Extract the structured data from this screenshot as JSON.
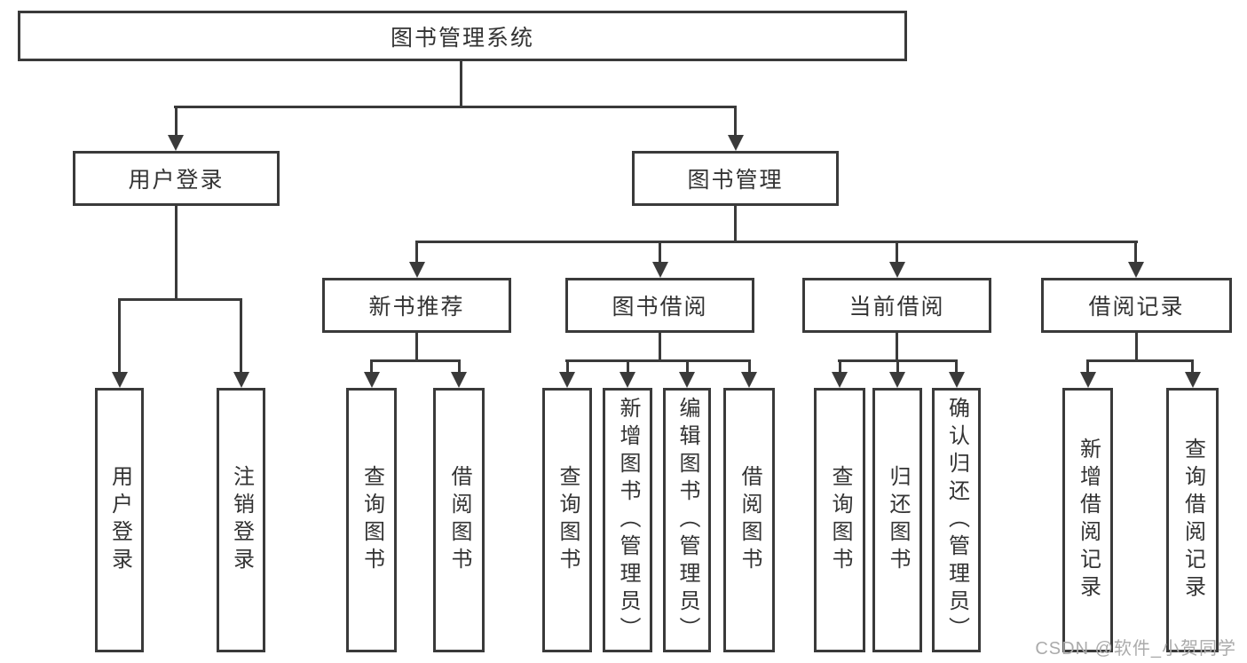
{
  "diagram": {
    "root": {
      "label": "图书管理系统"
    },
    "branches": {
      "user_login": {
        "label": "用户登录",
        "children": [
          {
            "label": "用户登录"
          },
          {
            "label": "注销登录"
          }
        ]
      },
      "book_mgmt": {
        "label": "图书管理",
        "sections": [
          {
            "label": "新书推荐",
            "children": [
              {
                "label": "查询图书"
              },
              {
                "label": "借阅图书"
              }
            ]
          },
          {
            "label": "图书借阅",
            "children": [
              {
                "label": "查询图书"
              },
              {
                "label": "新增图书（管理员）"
              },
              {
                "label": "编辑图书（管理员）"
              },
              {
                "label": "借阅图书"
              }
            ]
          },
          {
            "label": "当前借阅",
            "children": [
              {
                "label": "查询图书"
              },
              {
                "label": "归还图书"
              },
              {
                "label": "确认归还（管理员）"
              }
            ]
          },
          {
            "label": "借阅记录",
            "children": [
              {
                "label": "新增借阅记录"
              },
              {
                "label": "查询借阅记录"
              }
            ]
          }
        ]
      }
    }
  },
  "watermark": {
    "text": "CSDN @软件_小贺同学",
    "color": "#ababab"
  },
  "colors": {
    "line": "#3a3a3a",
    "text": "#333333",
    "background": "#ffffff"
  }
}
